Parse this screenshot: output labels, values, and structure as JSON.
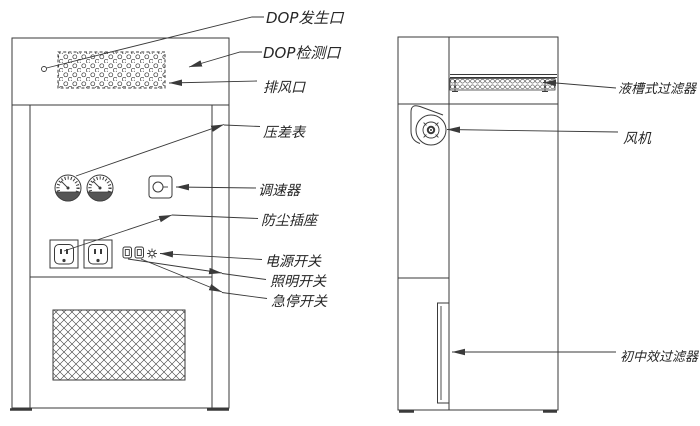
{
  "diagram": {
    "colors": {
      "background": "#ffffff",
      "ink": "#3a3a3a",
      "text": "#262626",
      "gauge_fill": "#555555"
    },
    "labels": {
      "dop_generation_port": "DOP发生口",
      "dop_detection_port": "DOP检测口",
      "exhaust_port": "排风口",
      "pressure_gauge": "压差表",
      "speed_controller": "调速器",
      "dustproof_socket": "防尘插座",
      "power_switch": "电源开关",
      "lighting_switch": "照明开关",
      "emergency_stop_switch": "急停开关",
      "liquid_tank_filter": "液槽式过滤器",
      "fan": "风机",
      "pre_medium_filter": "初中效过滤器"
    }
  }
}
